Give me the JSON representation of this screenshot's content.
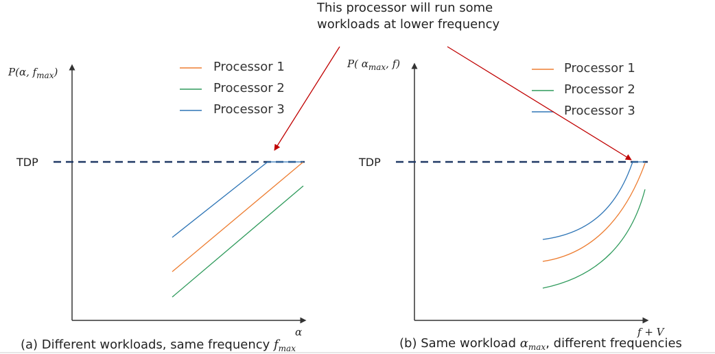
{
  "annotation": {
    "line1": "This processor will run some",
    "line2": "workloads at lower frequency"
  },
  "colors": {
    "processor_1": "#ED7D31",
    "processor_2": "#2E9A5B",
    "processor_3": "#2E75B6",
    "tdp_line": "#1F3864",
    "axis": "#333333",
    "arrow": "#C00000"
  },
  "panel_a": {
    "y_axis_label": {
      "main": "P(α, f",
      "sub": "max",
      "close": ")"
    },
    "x_axis_label": "α",
    "tdp_label": "TDP",
    "legend": [
      "Processor 1",
      "Processor 2",
      "Processor 3"
    ],
    "caption": {
      "text": "(a) Different workloads, same frequency ",
      "var": "f",
      "sub": "max"
    }
  },
  "panel_b": {
    "y_axis_label": {
      "main": "P( α",
      "sub": "max",
      "close": ", f)"
    },
    "x_axis_label": "f + V",
    "tdp_label": "TDP",
    "legend": [
      "Processor 1",
      "Processor 2",
      "Processor 3"
    ],
    "caption": {
      "pre": "(b) Same workload ",
      "var": "α",
      "sub": "max",
      "post": ", different frequencies"
    }
  }
}
